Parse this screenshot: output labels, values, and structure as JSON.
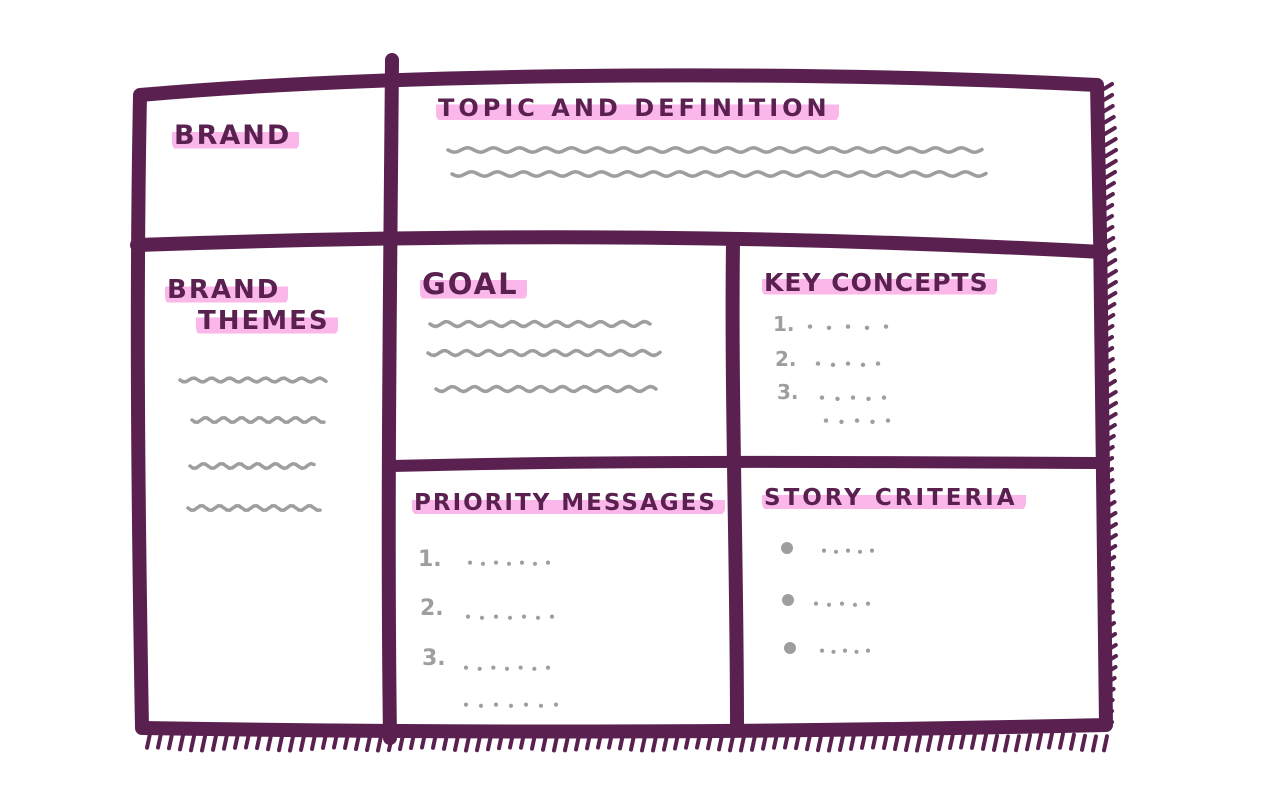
{
  "sections": {
    "brand": {
      "label": "BRAND"
    },
    "topic": {
      "label": "TOPIC AND DEFINITION"
    },
    "brand_themes": {
      "label_line1": "BRAND",
      "label_line2": "THEMES"
    },
    "goal": {
      "label": "GOAL"
    },
    "key_concepts": {
      "label": "KEY CONCEPTS",
      "numbers": [
        "1.",
        "2.",
        "3."
      ]
    },
    "priority_messages": {
      "label": "PRIORITY MESSAGES",
      "numbers": [
        "1.",
        "2.",
        "3."
      ]
    },
    "story_criteria": {
      "label": "STORY CRITERIA"
    }
  },
  "colors": {
    "frame": "#5a2150",
    "highlight": "#fbb6ea",
    "scribble": "#9e9e9e"
  }
}
